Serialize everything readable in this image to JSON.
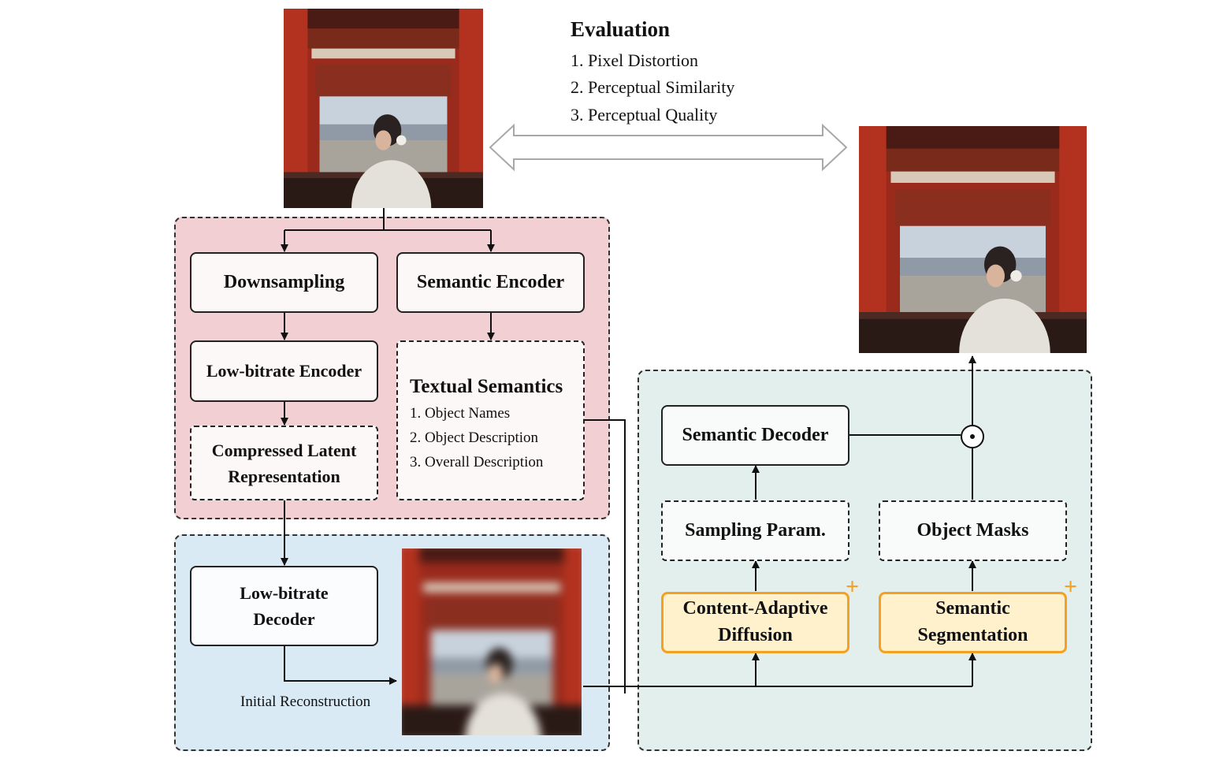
{
  "evaluation": {
    "title": "Evaluation",
    "items": [
      "1. Pixel Distortion",
      "2. Perceptual Similarity",
      "3. Perceptual Quality"
    ]
  },
  "encoder": {
    "downsampling": "Downsampling",
    "semantic_encoder": "Semantic Encoder",
    "low_bitrate_encoder": "Low-bitrate Encoder",
    "compressed_latent": [
      "Compressed Latent",
      "Representation"
    ],
    "textual_semantics": {
      "title": "Textual Semantics",
      "items": [
        "1. Object Names",
        "2. Object Description",
        "3. Overall Description"
      ]
    }
  },
  "decoder": {
    "low_bitrate_decoder": [
      "Low-bitrate",
      "Decoder"
    ],
    "initial_reconstruction": "Initial Reconstruction"
  },
  "semantic_branch": {
    "semantic_decoder": "Semantic Decoder",
    "sampling_param": "Sampling Param.",
    "object_masks": "Object Masks",
    "content_adaptive_diffusion": [
      "Content-Adaptive",
      "Diffusion"
    ],
    "semantic_segmentation": [
      "Semantic",
      "Segmentation"
    ],
    "new_marker": "+"
  },
  "colors": {
    "encoder_region": "#f2cfd3",
    "decoder_region": "#d9eaf5",
    "semantic_region": "#e3efec",
    "highlight_border": "#f4a020",
    "highlight_fill": "#fff1cc"
  }
}
